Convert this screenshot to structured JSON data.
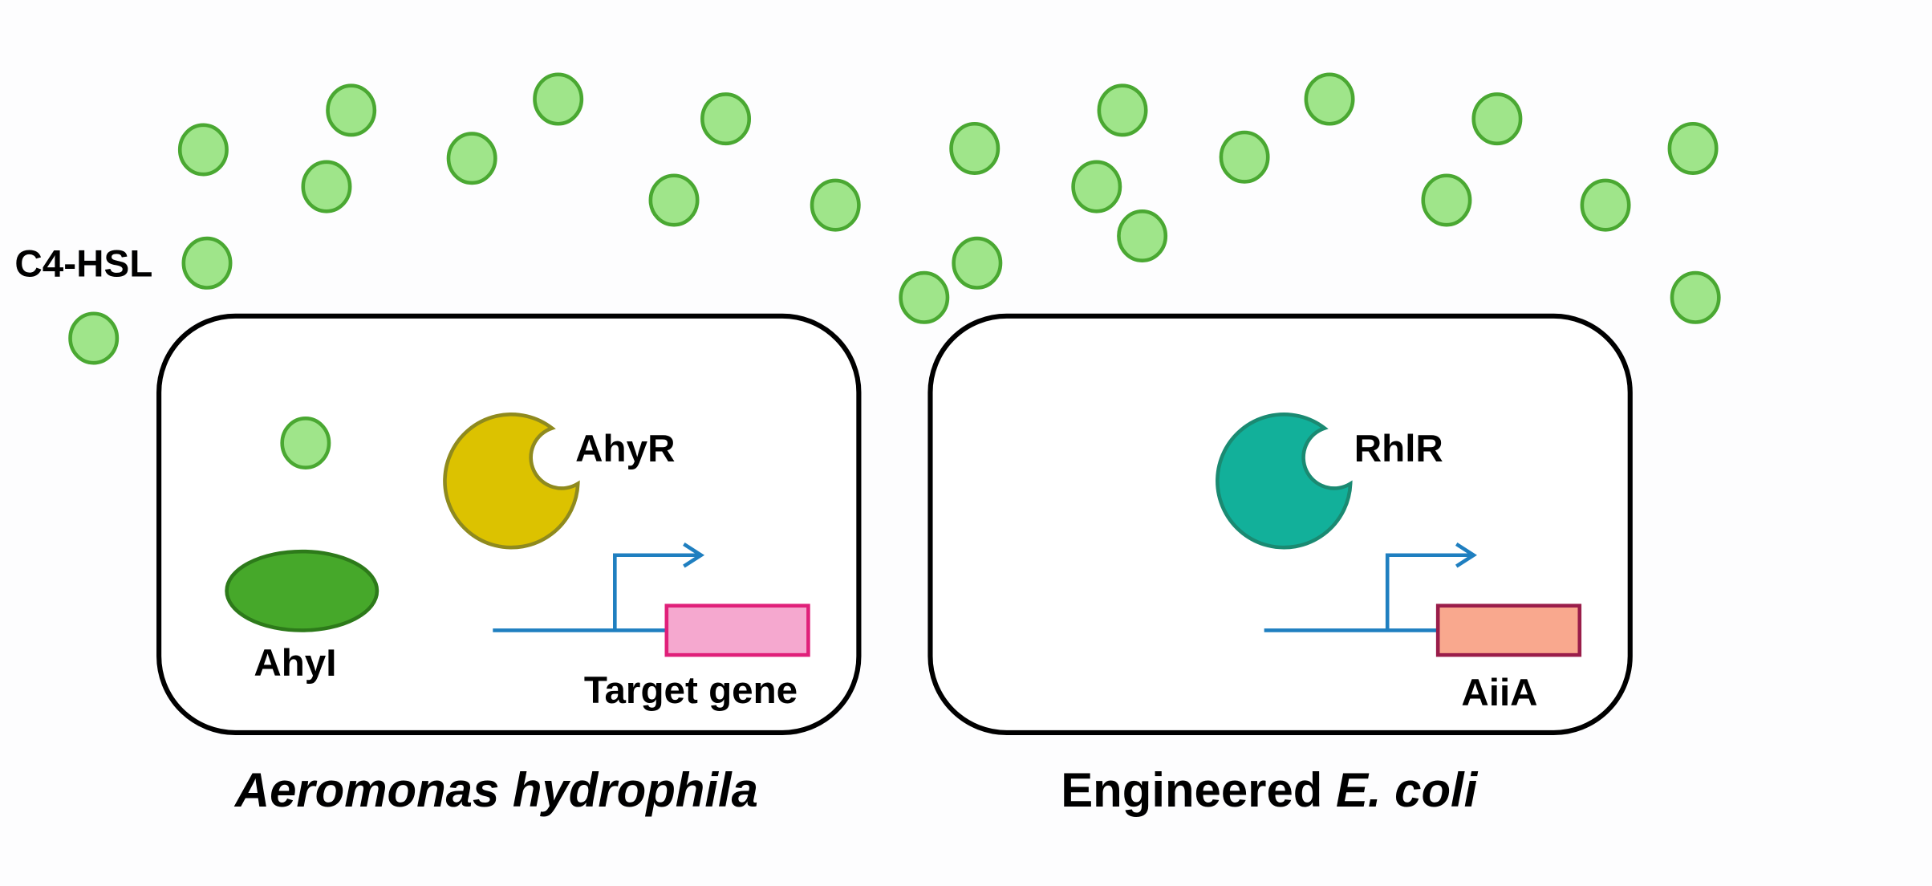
{
  "signal_label": "C4-HSL",
  "colors": {
    "signal_fill": "#9fe58a",
    "signal_stroke": "#4aa832",
    "ahyr_fill": "#dcc200",
    "ahyr_stroke": "#8f8a1e",
    "rhlr_fill": "#12b09a",
    "rhlr_stroke": "#1a8a72",
    "ahyi_fill": "#46a82a",
    "ahyi_stroke": "#2d7a1a",
    "promoter": "#1f7fc0",
    "target_fill": "#f5a8cf",
    "target_stroke": "#e0207a",
    "aiia_fill": "#f9a88e",
    "aiia_stroke": "#9a1d4a"
  },
  "cells": [
    {
      "organism": "Aeromonas hydrophila",
      "organism_italic": true,
      "receptor_label": "AhyR",
      "synthase_label": "AhyI",
      "gene_label": "Target gene"
    },
    {
      "organism_prefix": "Engineered ",
      "organism_italic_part": "E. coli",
      "receptor_label": "RhlR",
      "gene_label": "AiiA"
    }
  ]
}
